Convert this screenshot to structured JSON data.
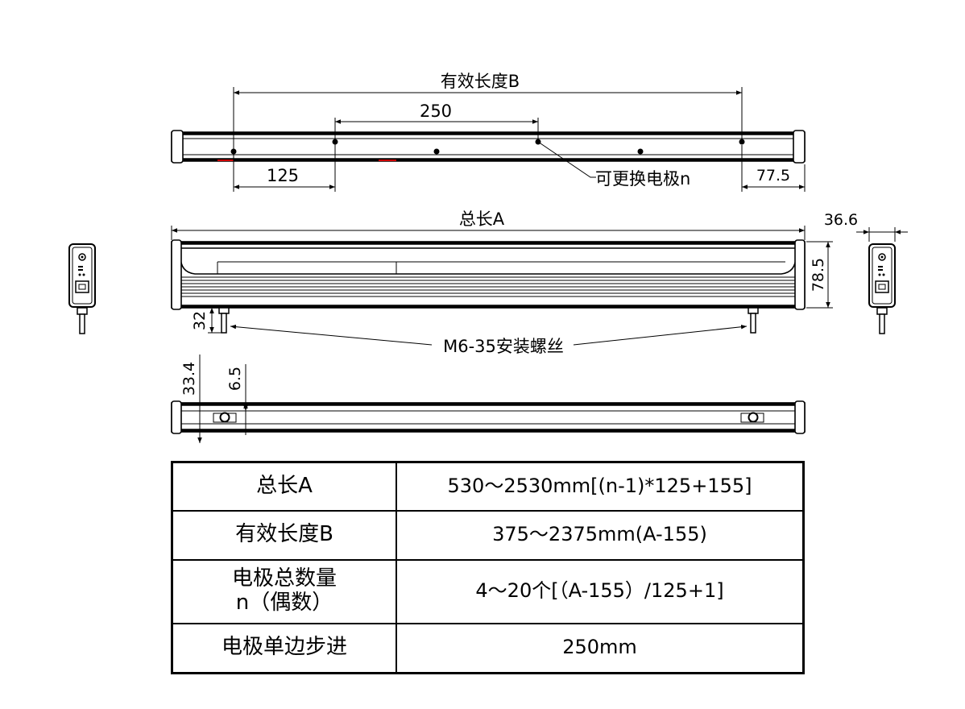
{
  "labels": {
    "effective_length": "有效长度B",
    "pitch_250": "250",
    "offset_125": "125",
    "replaceable_electrode": "可更换电极n",
    "end_77_5": "77.5",
    "total_length": "总长A",
    "width_36_6": "36.6",
    "height_78_5": "78.5",
    "bolt_32": "32",
    "mounting_screw": "M6-35安装螺丝",
    "dim_33_4": "33.4",
    "dim_6_5": "6.5"
  },
  "table": {
    "rows": [
      {
        "key": "总长A",
        "value": "530～2530mm[(n-1)*125+155]"
      },
      {
        "key": "有效长度B",
        "value": "375～2375mm(A-155)"
      },
      {
        "key_line1": "电极总数量",
        "key_line2": "n（偶数）",
        "value": "4～20个[（A-155）/125+1]"
      },
      {
        "key": "电极单边步进",
        "value": "250mm"
      }
    ]
  }
}
